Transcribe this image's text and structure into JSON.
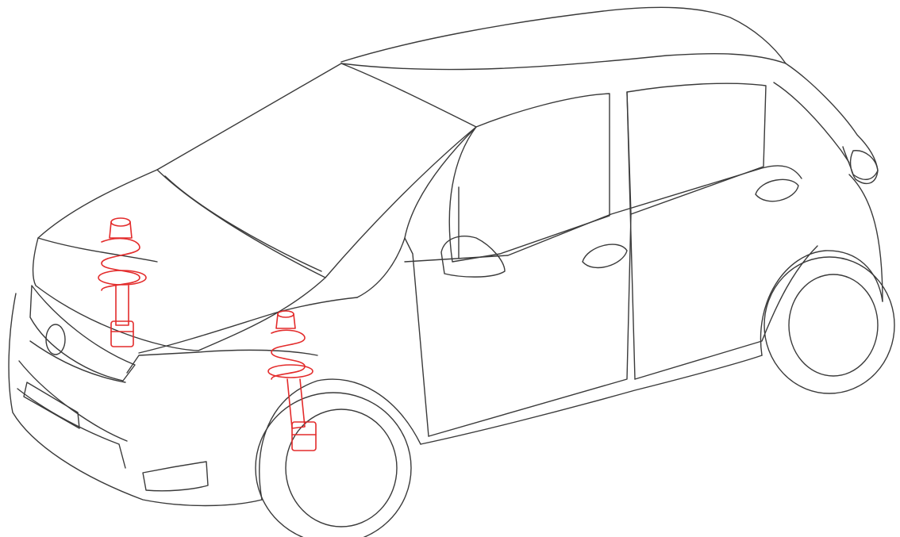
{
  "diagram": {
    "subject": "car-outline",
    "highlighted_parts": [
      "front-left-strut-assembly",
      "front-right-strut-assembly"
    ],
    "colors": {
      "background": "#ffffff",
      "outline": "#3a3a3a",
      "highlight": "#e32b2b"
    }
  }
}
